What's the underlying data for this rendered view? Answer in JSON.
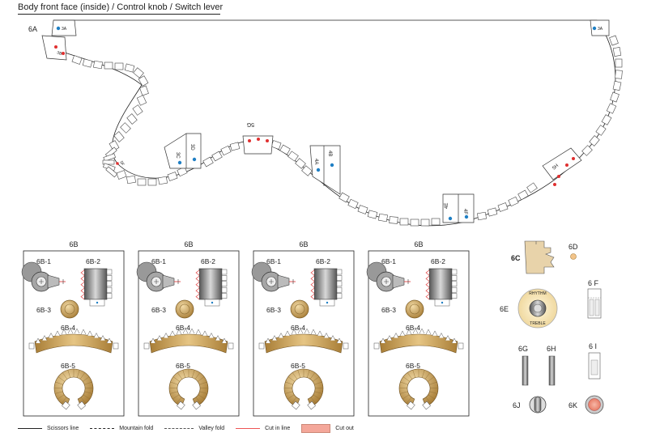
{
  "title": "Body front face (inside) / Control knob / Switch lever",
  "labels": {
    "l6A": "6A",
    "tab3A": "3A",
    "tab3B": "3B",
    "tab3C": "3C",
    "tab3D": "3D",
    "tab5G": "5G",
    "tab4A": "4A",
    "tab4B": "4B",
    "tab4E": "4E",
    "tab4F": "4F",
    "tab5H": "5H",
    "tab5F": "5F"
  },
  "panels": [
    {
      "title": "6B",
      "p1": "6B-1",
      "p2": "6B-2",
      "p3": "6B-3",
      "p4": "6B-4",
      "p5": "6B-5"
    },
    {
      "title": "6B",
      "p1": "6B-1",
      "p2": "6B-2",
      "p3": "6B-3",
      "p4": "6B-4",
      "p5": "6B-5"
    },
    {
      "title": "6B",
      "p1": "6B-1",
      "p2": "6B-2",
      "p3": "6B-3",
      "p4": "6B-4",
      "p5": "6B-5"
    },
    {
      "title": "6B",
      "p1": "6B-1",
      "p2": "6B-2",
      "p3": "6B-3",
      "p4": "6B-4",
      "p5": "6B-5"
    }
  ],
  "parts": {
    "p6C": "6C",
    "p6D": "6D",
    "p6E": "6E",
    "p6F": "6 F",
    "p6G": "6G",
    "p6H": "6H",
    "p6I": "6 I",
    "p6J": "6J",
    "p6K": "6K",
    "knob_top": "RHYTHM",
    "knob_bottom": "TREBLE"
  },
  "legend": {
    "scissors": "Scissors line",
    "mountain": "Mountain fold",
    "valley": "Valley fold",
    "cutin": "Cut in line",
    "cutout": "Cut out"
  },
  "colors": {
    "red_mark": "#e03030",
    "blue_mark": "#1f7fc4",
    "gold": "#c9a15a",
    "cutout": "#f4a79a"
  }
}
